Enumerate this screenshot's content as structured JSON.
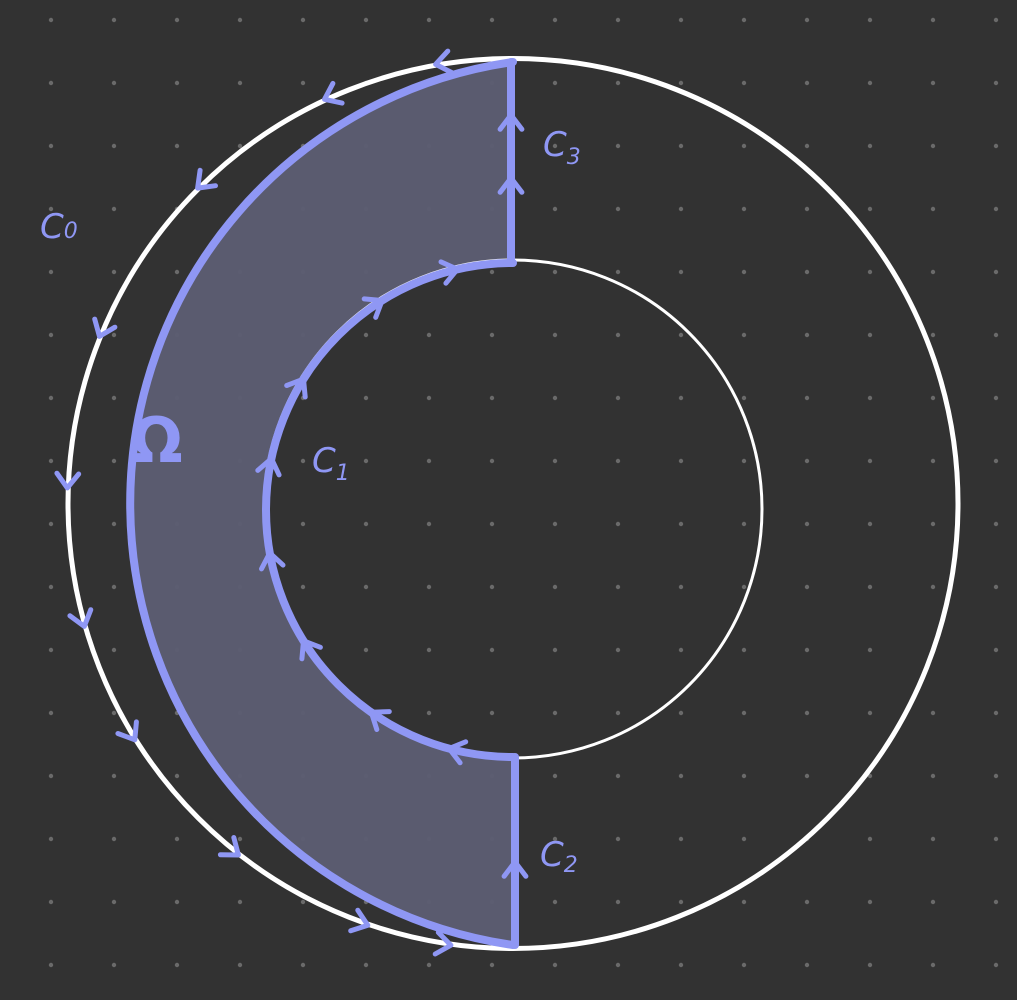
{
  "colors": {
    "background": "#323232",
    "dots": "#6a6a6a",
    "circle_outline": "#ffffff",
    "region_fill": "#5c5d72",
    "contour": "#8f97f4"
  },
  "labels": {
    "region": "Ω",
    "c0_main": "C",
    "c0_sub": "0",
    "c1_main": "C",
    "c1_sub": "1",
    "c2_main": "C",
    "c2_sub": "2",
    "c3_main": "C",
    "c3_sub": "3"
  },
  "icons": {
    "contour_arrow": "chevron-arrow"
  }
}
